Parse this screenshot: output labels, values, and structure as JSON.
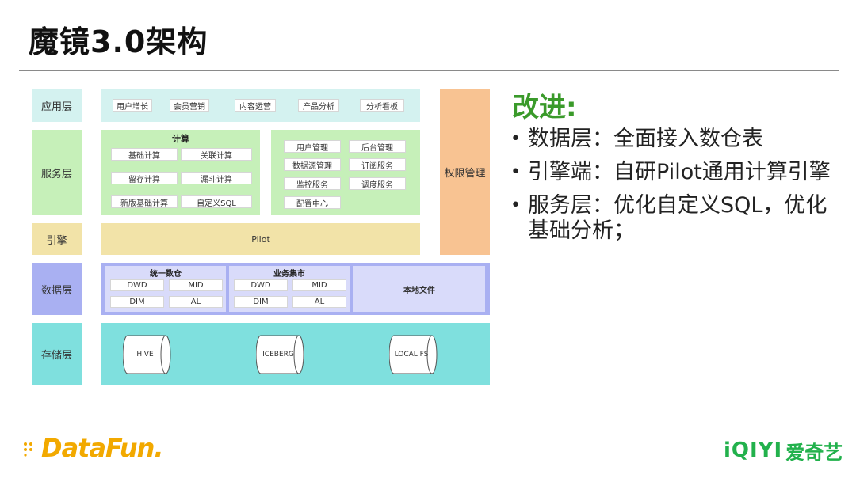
{
  "slide": {
    "title": "魔镜3.0架构"
  },
  "diagram": {
    "layers": {
      "app": "应用层",
      "service": "服务层",
      "engine": "引擎",
      "data": "数据层",
      "storage": "存储层"
    },
    "app_items": [
      "用户增长",
      "会员营销",
      "内容运营",
      "产品分析",
      "分析看板"
    ],
    "compute": {
      "title": "计算",
      "items": [
        "基础计算",
        "关联计算",
        "留存计算",
        "漏斗计算",
        "新版基础计算",
        "自定义SQL"
      ]
    },
    "management": {
      "items": [
        "用户管理",
        "后台管理",
        "数据源管理",
        "订阅服务",
        "监控服务",
        "调度服务",
        "配置中心"
      ]
    },
    "permission": "权限管理",
    "engine_name": "Pilot",
    "warehouse": {
      "title": "统一数仓",
      "items": [
        "DWD",
        "MID",
        "DIM",
        "AL"
      ]
    },
    "mart": {
      "title": "业务集市",
      "items": [
        "DWD",
        "MID",
        "DIM",
        "AL"
      ]
    },
    "local_file": "本地文件",
    "storage_items": [
      "HIVE",
      "ICEBERG",
      "LOCAL FS"
    ]
  },
  "improvements": {
    "heading": "改进:",
    "bullets": [
      "数据层：全面接入数仓表",
      "引擎端：自研Pilot通用计算引擎",
      "服务层：优化自定义SQL，优化基础分析；"
    ]
  },
  "logos": {
    "datafun": "DataFun.",
    "iqiyi_latin": "iQIYI",
    "iqiyi_cn": "爱奇艺"
  },
  "colors": {
    "app_layer": "#d4f2f0",
    "service_layer": "#c6f0b9",
    "engine_layer": "#f2e3a8",
    "data_layer": "#a9b0f2",
    "data_inner": "#d9dbfa",
    "storage_layer": "#7fe0de",
    "permission": "#f8c392",
    "heading_green": "#3a9a2a",
    "datafun_orange": "#f2a900",
    "iqiyi_green": "#22b14c"
  }
}
